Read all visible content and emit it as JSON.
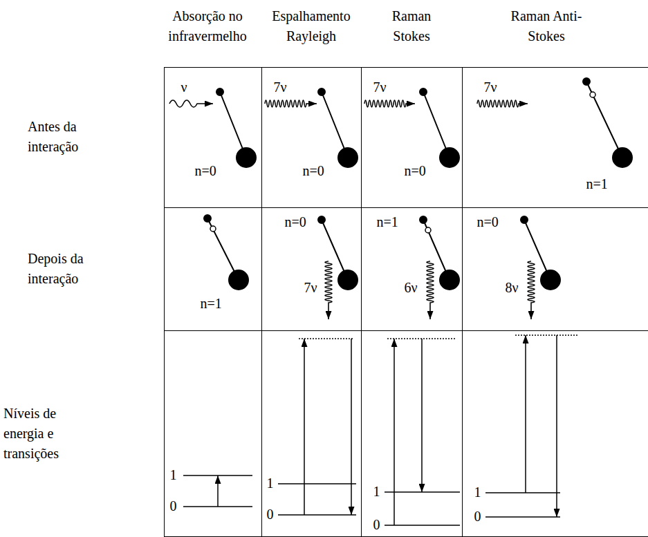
{
  "diagram": {
    "nodes": [
      {
        "text": [
          "ν",
          "n=0"
        ]
      },
      {
        "text": [
          "7ν",
          "n=0"
        ]
      },
      {
        "text": [
          "7ν",
          "n=0"
        ]
      },
      {
        "text": [
          "7ν",
          "n=1"
        ]
      },
      {
        "text": [
          "n=1"
        ]
      },
      {
        "text": [
          "n=0",
          "7ν"
        ]
      },
      {
        "text": [
          "n=1",
          "6ν"
        ]
      },
      {
        "text": [
          "n=0",
          "8ν"
        ]
      },
      {
        "text": [
          "1",
          "0"
        ]
      },
      {
        "text": [
          "1",
          "0"
        ]
      },
      {
        "text": [
          "1",
          "0"
        ]
      },
      {
        "text": [
          "1",
          "0"
        ]
      }
    ],
    "labels": [
      "Absorção no infravermelho",
      "Espalhamento Rayleigh",
      "Raman Stokes",
      "Raman Anti-Stokes",
      "Antes da interação",
      "Depois da interação",
      "Níveis de energia e transições"
    ]
  }
}
